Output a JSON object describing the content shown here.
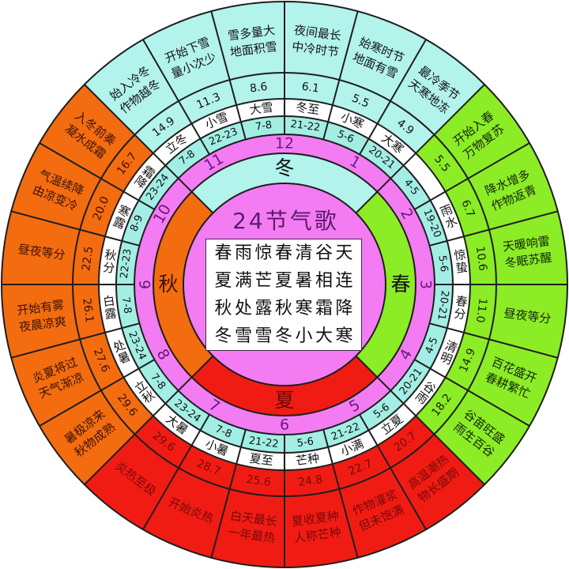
{
  "center": {
    "title": "24节气歌",
    "poem": [
      "春雨惊春清谷天",
      "夏满芒夏暑相连",
      "秋处露秋寒霜降",
      "冬雪雪冬小大寒"
    ]
  },
  "seasons": [
    {
      "name": "冬",
      "color": "#b2f3ec"
    },
    {
      "name": "春",
      "color": "#8cec26"
    },
    {
      "name": "夏",
      "color": "#f01c14"
    },
    {
      "name": "秋",
      "color": "#f46c10"
    }
  ],
  "colors": {
    "lines": "#1e1e1e",
    "date_ring": "#a2eee4",
    "name_ring": "#ffffff",
    "month_ring": "#f47cf2",
    "center_disc": "#f47cf2"
  },
  "months": [
    "12",
    "1",
    "2",
    "3",
    "4",
    "5",
    "6",
    "7",
    "8",
    "9",
    "10",
    "11"
  ],
  "terms": [
    {
      "name": "冬至",
      "date": "21-22",
      "temp": "6.1",
      "desc": "夜间最长\n中冷时节"
    },
    {
      "name": "小寒",
      "date": "5-6",
      "temp": "5.5",
      "desc": "始寒时节\n地面有雪"
    },
    {
      "name": "大寒",
      "date": "20-21",
      "temp": "4.9",
      "desc": "最冷季节\n天寒地冻"
    },
    {
      "name": "",
      "date": "4-5",
      "temp": "5.5",
      "desc": "开始入春\n万物复苏"
    },
    {
      "name": "雨水",
      "date": "19-20",
      "temp": "6.7",
      "desc": "降水增多\n作物返青"
    },
    {
      "name": "惊蛰",
      "date": "5-6",
      "temp": "10.6",
      "desc": "天暖响雷\n冬眠苏醒"
    },
    {
      "name": "春分",
      "date": "20-21",
      "temp": "11.0",
      "desc": "昼夜等分"
    },
    {
      "name": "清明",
      "date": "4-5",
      "temp": "14.9",
      "desc": "百花盛开\n春耕繁忙"
    },
    {
      "name": "谷雨",
      "date": "20-21",
      "temp": "18.2",
      "desc": "谷苗旺盛\n雨生百谷"
    },
    {
      "name": "立夏",
      "date": "5-6",
      "temp": "20.7",
      "desc": "高温潮热\n物长盛期"
    },
    {
      "name": "小满",
      "date": "21-22",
      "temp": "22.7",
      "desc": "作物灌浆\n但未饱满"
    },
    {
      "name": "芒种",
      "date": "5-6",
      "temp": "24.8",
      "desc": "夏收夏种\n人称芒种"
    },
    {
      "name": "夏至",
      "date": "21-22",
      "temp": "25.6",
      "desc": "白天最长\n一年最热"
    },
    {
      "name": "小暑",
      "date": "7-8",
      "temp": "28.7",
      "desc": "开始炎热"
    },
    {
      "name": "大暑",
      "date": "23-24",
      "temp": "29.6",
      "desc": "炎热至极"
    },
    {
      "name": "立秋",
      "date": "7-8",
      "temp": "29.6",
      "desc": "暑极凉来\n秋物成熟"
    },
    {
      "name": "处暑",
      "date": "23-24",
      "temp": "27.6",
      "desc": "炎夏将过\n天气渐凉"
    },
    {
      "name": "白露",
      "date": "7-8",
      "temp": "26.1",
      "desc": "开始有雾\n夜晨凉爽"
    },
    {
      "name": "秋分",
      "date": "22-23",
      "temp": "22.5",
      "desc": "昼夜等分"
    },
    {
      "name": "寒露",
      "date": "8-9",
      "temp": "20.0",
      "desc": "气温续降\n由凉变冷"
    },
    {
      "name": "霜降",
      "date": "23-24",
      "temp": "16.7",
      "desc": "入冬前奏\n凝水成霜"
    },
    {
      "name": "立冬",
      "date": "7-8",
      "temp": "14.9",
      "desc": "始入冷冬\n作物越冬"
    },
    {
      "name": "小雪",
      "date": "22-23",
      "temp": "11.3",
      "desc": "开始下雪\n量小次少"
    },
    {
      "name": "大雪",
      "date": "7-8",
      "temp": "8.6",
      "desc": "雪多量大\n地面积雪"
    }
  ]
}
